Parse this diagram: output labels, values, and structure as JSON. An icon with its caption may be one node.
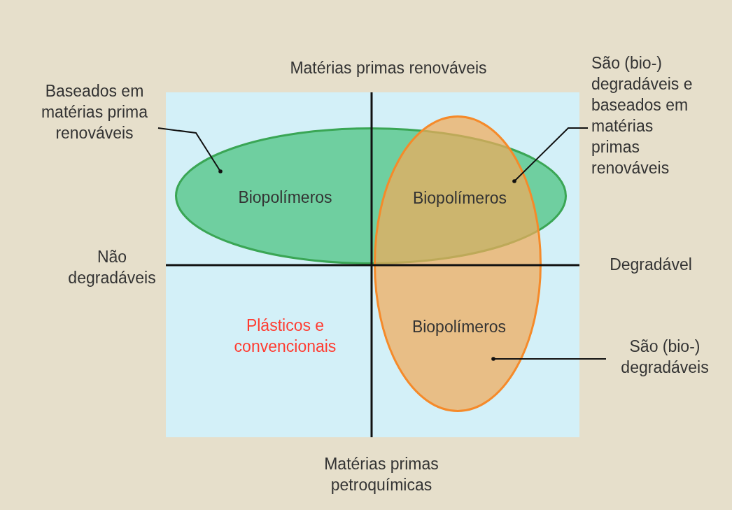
{
  "diagram": {
    "nodes": [
      {
        "text": [
          "Biopolímeros"
        ]
      },
      {
        "text": [
          "Biopolímeros"
        ]
      },
      {
        "text": [
          "Biopolímeros"
        ]
      },
      {
        "text": [
          "Baseados em matérias prima renováveis"
        ]
      },
      {
        "text": [
          "São (bio-) degradáveis e baseados em matérias primas renováveis"
        ]
      },
      {
        "text": [
          "São (bio-) degradáveis"
        ]
      }
    ],
    "edges": [
      {
        "from": 3,
        "to": 0,
        "arrow": "other"
      },
      {
        "from": 4,
        "to": 1,
        "arrow": "other"
      },
      {
        "from": 5,
        "to": 2,
        "arrow": "other"
      }
    ],
    "labels": [
      "Matérias primas renováveis",
      "Não degradáveis",
      "Degradável",
      "Plásticos e convencionais",
      "Matérias primas petroquímicas"
    ]
  }
}
